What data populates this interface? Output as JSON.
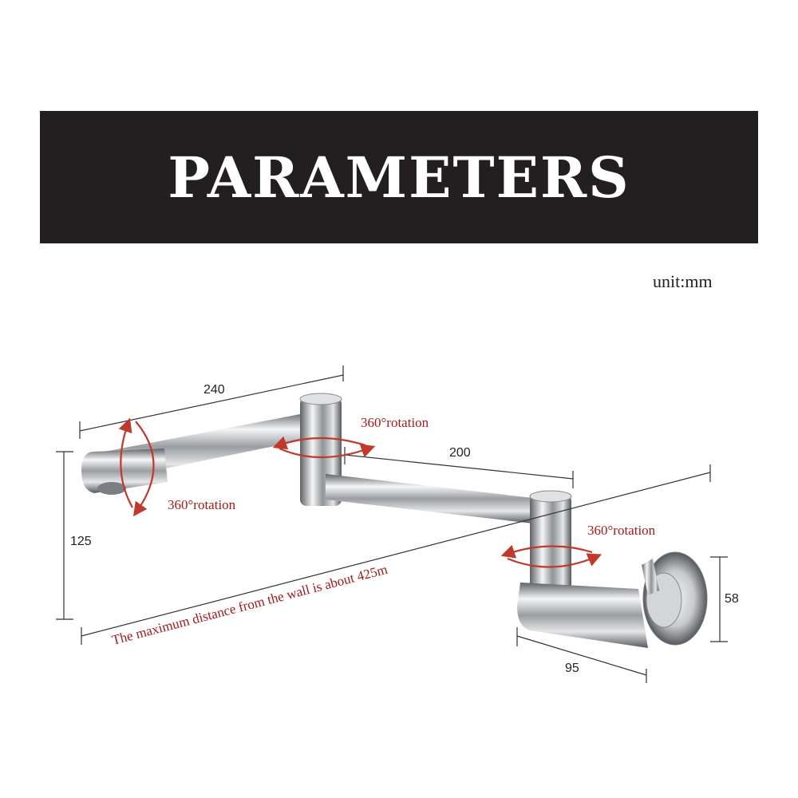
{
  "header": {
    "title": "PARAMETERS"
  },
  "unit_label": "unit:mm",
  "dimensions": {
    "d240": "240",
    "d200": "200",
    "d125": "125",
    "d58": "58",
    "d95": "95"
  },
  "rotation_labels": {
    "top": "360°rotation",
    "spout": "360°rotation",
    "bottom": "360°rotation"
  },
  "max_distance_note": "The maximum distance from the wall is about 425m",
  "colors": {
    "banner": "#231f20",
    "annotation_red": "#a11b1b",
    "chrome_dark": "#6b6e72",
    "chrome_light": "#f4f5f6"
  }
}
